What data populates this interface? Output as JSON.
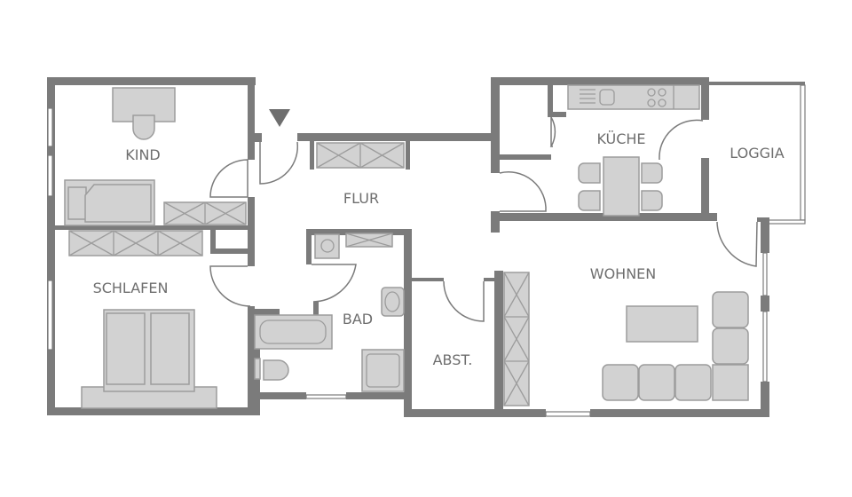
{
  "plan": {
    "rooms": {
      "kind": "KIND",
      "flur": "FLUR",
      "kueche": "KÜCHE",
      "loggia": "LOGGIA",
      "schlafen": "SCHLAFEN",
      "bad": "BAD",
      "abst": "ABST.",
      "wohnen": "WOHNEN"
    },
    "colors": {
      "wall": "#7b7b7b",
      "furniture": "#d2d2d2",
      "background": "#ffffff"
    },
    "entrance_marker_icon": "triangle-down"
  }
}
